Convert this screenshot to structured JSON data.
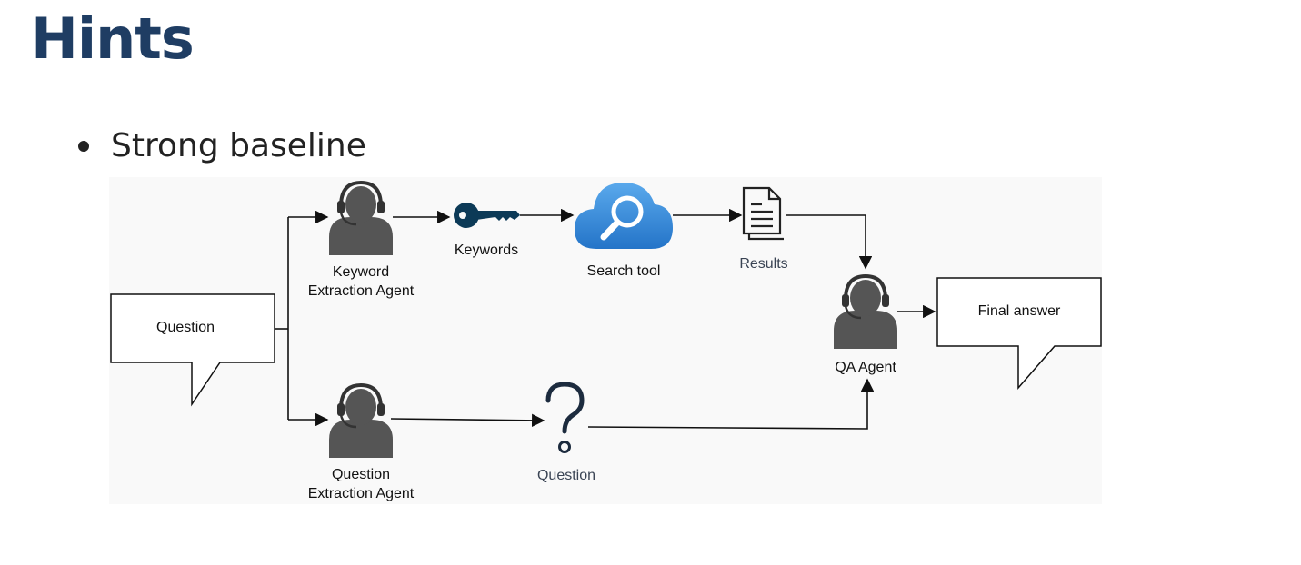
{
  "title": "Hints",
  "bullet": "Strong baseline",
  "diagram": {
    "question_bubble": "Question",
    "keyword_agent": [
      "Keyword",
      "Extraction Agent"
    ],
    "question_agent": [
      "Question",
      "Extraction Agent"
    ],
    "keywords": "Keywords",
    "search_tool": "Search tool",
    "results": "Results",
    "question_mark_label": "Question",
    "qa_agent": "QA Agent",
    "final_answer": "Final answer",
    "icons": {
      "agent": "headset-agent-icon",
      "key": "key-icon",
      "search": "cloud-search-icon",
      "results": "documents-icon",
      "question": "question-mark-icon"
    },
    "colors": {
      "key": "#0c3a57",
      "cloud": "#2f86d6",
      "agent": "#555555"
    }
  }
}
